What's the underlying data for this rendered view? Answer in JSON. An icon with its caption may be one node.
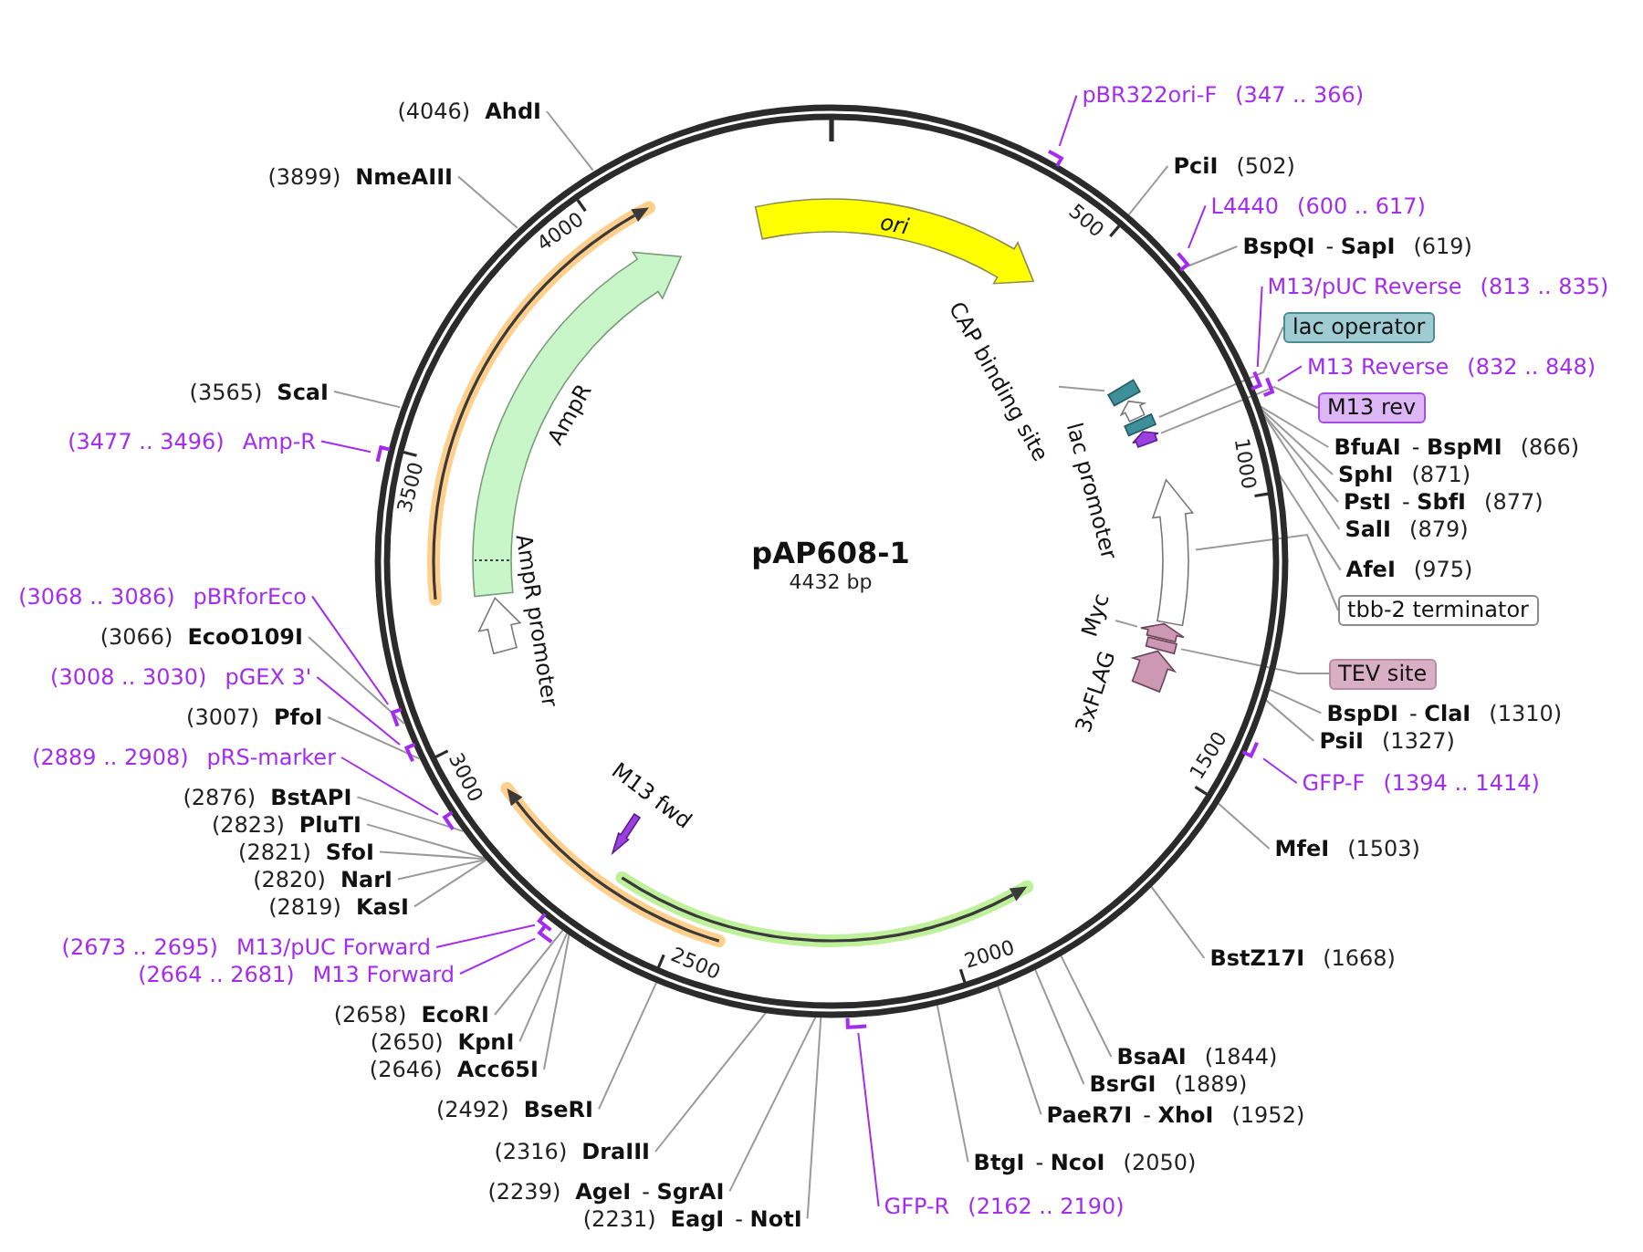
{
  "diagram": {
    "nodes": [
      {
        "text": [
          "pAP608-1",
          "4432 bp"
        ]
      },
      {
        "text": [
          "ori"
        ],
        "in": 0
      },
      {
        "text": [
          "CAP binding site"
        ],
        "in": 0
      },
      {
        "text": [],
        "shape": "box",
        "in": 0
      },
      {
        "text": [],
        "shape": "arrow",
        "beside": [
          "lac promoter"
        ],
        "in": 0
      },
      {
        "text": [],
        "shape": "box",
        "in": 0
      },
      {
        "text": [],
        "shape": "arrow",
        "in": 0
      },
      {
        "text": [],
        "shape": "arrow",
        "in": 0
      },
      {
        "text": [
          "Myc"
        ],
        "in": 0
      },
      {
        "text": [],
        "shape": "arrow",
        "in": 0
      },
      {
        "text": [],
        "shape": "box",
        "in": 0
      },
      {
        "text": [],
        "shape": "arrow",
        "beside": [
          "3xFLAG"
        ],
        "in": 0
      },
      {
        "text": [],
        "shape": "arrow",
        "beside": [
          "M13 fwd"
        ],
        "in": 0
      },
      {
        "text": [],
        "shape": "arrow",
        "beside": [
          "AmpR promoter"
        ],
        "in": 0
      },
      {
        "text": [],
        "shape": "arrow",
        "beside": [
          "AmpR"
        ],
        "in": 0
      },
      {
        "text": [],
        "shape": "bar"
      },
      {
        "text": [
          "pBR322ori-F",
          "(347 .. 366)"
        ]
      },
      {
        "text": [
          "PciI",
          "(502)"
        ]
      },
      {
        "text": [],
        "shape": "bar"
      },
      {
        "text": [
          "L4440",
          "(600 .. 617)"
        ]
      },
      {
        "text": [
          "BspQI",
          "- **SapI**",
          "(619)"
        ]
      },
      {
        "text": [],
        "shape": "bar"
      },
      {
        "text": [
          "M13/pUC Reverse",
          "(813 .. 835)"
        ]
      },
      {
        "text": [
          "lac operator"
        ]
      },
      {
        "text": [],
        "shape": "bar"
      },
      {
        "text": [
          "M13 Reverse",
          "(832 .. 848)"
        ]
      },
      {
        "text": [
          "M13 rev"
        ]
      },
      {
        "text": [
          "BfuAI",
          "- **BspMI**",
          "(866)"
        ]
      },
      {
        "text": [
          "SphI",
          "(871)"
        ]
      },
      {
        "text": [
          "PstI",
          "- **SbfI**",
          "(877)"
        ]
      },
      {
        "text": [
          "SalI",
          "(879)"
        ]
      },
      {
        "text": [
          "AfeI",
          "(975)"
        ]
      },
      {
        "text": [
          "tbb-2 terminator"
        ]
      },
      {
        "text": [
          "TEV site"
        ]
      },
      {
        "text": [
          "BspDI",
          "- **ClaI**",
          "(1310)"
        ]
      },
      {
        "text": [
          "PsiI",
          "(1327)"
        ]
      },
      {
        "text": [],
        "shape": "bar"
      },
      {
        "text": [
          "GFP-F",
          "(1394 .. 1414)"
        ]
      },
      {
        "text": [
          "MfeI",
          "(1503)"
        ]
      },
      {
        "text": [
          "BstZ17I",
          "(1668)"
        ]
      },
      {
        "text": [
          "BsaAI",
          "(1844)"
        ]
      },
      {
        "text": [
          "BsrGI",
          "(1889)"
        ]
      },
      {
        "text": [
          "PaeR7I",
          "- **XhoI**",
          "(1952)"
        ]
      },
      {
        "text": [
          "BtgI",
          "- **NcoI**",
          "(2050)"
        ]
      },
      {
        "text": [],
        "shape": "bar"
      },
      {
        "text": [
          "GFP-R",
          "(2162 .. 2190)"
        ]
      },
      {
        "text": [
          "(2231)",
          "EagI",
          "- **NotI**"
        ]
      },
      {
        "text": [
          "(2239)",
          "AgeI",
          "- **SgrAI**"
        ]
      },
      {
        "text": [
          "(2316)",
          "DraIII"
        ]
      },
      {
        "text": [
          "(2492)",
          "BseRI"
        ]
      },
      {
        "text": [
          "(2646)",
          "Acc65I"
        ]
      },
      {
        "text": [
          "(2650)",
          "KpnI"
        ]
      },
      {
        "text": [
          "(2658)",
          "EcoRI"
        ]
      },
      {
        "text": [],
        "shape": "bar"
      },
      {
        "text": [
          "(2664 .. 2681)",
          "M13 Forward"
        ]
      },
      {
        "text": [],
        "shape": "bar"
      },
      {
        "text": [
          "(2673 .. 2695)",
          "M13/pUC Forward"
        ]
      },
      {
        "text": [
          "(2819)",
          "KasI"
        ]
      },
      {
        "text": [
          "(2820)",
          "NarI"
        ]
      },
      {
        "text": [
          "(2821)",
          "SfoI"
        ]
      },
      {
        "text": [
          "(2823)",
          "PluTI"
        ]
      },
      {
        "text": [
          "(2876)",
          "BstAPI"
        ]
      },
      {
        "text": [],
        "shape": "bar"
      },
      {
        "text": [
          "(2889 .. 2908)",
          "pRS-marker"
        ]
      },
      {
        "text": [
          "(3007)",
          "PfoI"
        ]
      },
      {
        "text": [],
        "shape": "bar"
      },
      {
        "text": [
          "(3008 .. 3030)",
          "pGEX 3'"
        ]
      },
      {
        "text": [
          "(3066)",
          "EcoO109I"
        ]
      },
      {
        "text": [],
        "shape": "bar"
      },
      {
        "text": [
          "(3068 .. 3086)",
          "pBRforEco"
        ]
      },
      {
        "text": [],
        "shape": "bar"
      },
      {
        "text": [
          "(3477 .. 3496)",
          "Amp-R"
        ]
      },
      {
        "text": [
          "(3565)",
          "ScaI"
        ]
      },
      {
        "text": [
          "(3899)",
          "NmeAIII"
        ]
      },
      {
        "text": [
          "(4046)",
          "AhdI"
        ]
      }
    ],
    "edges": [
      {
        "from": 2,
        "to": 3,
        "arrow": "none"
      },
      {
        "from": 8,
        "to": 9,
        "arrow": "none"
      },
      {
        "from": 16,
        "to": 15,
        "arrow": "none",
        "color": "#a32cf0"
      },
      {
        "from": 17,
        "to": 0,
        "arrow": "none"
      },
      {
        "from": 19,
        "to": 18,
        "arrow": "none",
        "color": "#a32cf0"
      },
      {
        "from": 20,
        "to": 0,
        "arrow": "none"
      },
      {
        "from": 22,
        "to": 21,
        "arrow": "none",
        "color": "#a32cf0"
      },
      {
        "from": 23,
        "to": 5,
        "arrow": "none"
      },
      {
        "from": 25,
        "to": 24,
        "arrow": "none",
        "color": "#a32cf0"
      },
      {
        "from": 26,
        "to": 6,
        "arrow": "none"
      },
      {
        "from": 27,
        "to": 0,
        "arrow": "none"
      },
      {
        "from": 28,
        "to": 0,
        "arrow": "none"
      },
      {
        "from": 29,
        "to": 0,
        "arrow": "none"
      },
      {
        "from": 30,
        "to": 0,
        "arrow": "none"
      },
      {
        "from": 31,
        "to": 0,
        "arrow": "none"
      },
      {
        "from": 32,
        "to": 7,
        "arrow": "none"
      },
      {
        "from": 33,
        "to": 10,
        "arrow": "none"
      },
      {
        "from": 34,
        "to": 0,
        "arrow": "none"
      },
      {
        "from": 35,
        "to": 0,
        "arrow": "none"
      },
      {
        "from": 37,
        "to": 36,
        "arrow": "none",
        "color": "#a32cf0"
      },
      {
        "from": 38,
        "to": 0,
        "arrow": "none"
      },
      {
        "from": 39,
        "to": 0,
        "arrow": "none"
      },
      {
        "from": 40,
        "to": 0,
        "arrow": "none"
      },
      {
        "from": 41,
        "to": 0,
        "arrow": "none"
      },
      {
        "from": 42,
        "to": 0,
        "arrow": "none"
      },
      {
        "from": 43,
        "to": 0,
        "arrow": "none"
      },
      {
        "from": 45,
        "to": 44,
        "arrow": "none",
        "color": "#a32cf0"
      },
      {
        "from": 46,
        "to": 0,
        "arrow": "none"
      },
      {
        "from": 47,
        "to": 0,
        "arrow": "none"
      },
      {
        "from": 48,
        "to": 0,
        "arrow": "none"
      },
      {
        "from": 49,
        "to": 0,
        "arrow": "none"
      },
      {
        "from": 50,
        "to": 0,
        "arrow": "none"
      },
      {
        "from": 51,
        "to": 0,
        "arrow": "none"
      },
      {
        "from": 52,
        "to": 0,
        "arrow": "none"
      },
      {
        "from": 54,
        "to": 53,
        "arrow": "none",
        "color": "#a32cf0"
      },
      {
        "from": 56,
        "to": 55,
        "arrow": "none",
        "color": "#a32cf0"
      },
      {
        "from": 57,
        "to": 0,
        "arrow": "none"
      },
      {
        "from": 58,
        "to": 0,
        "arrow": "none"
      },
      {
        "from": 59,
        "to": 0,
        "arrow": "none"
      },
      {
        "from": 60,
        "to": 0,
        "arrow": "none"
      },
      {
        "from": 61,
        "to": 0,
        "arrow": "none"
      },
      {
        "from": 63,
        "to": 62,
        "arrow": "none",
        "color": "#a32cf0"
      },
      {
        "from": 64,
        "to": 0,
        "arrow": "none"
      },
      {
        "from": 66,
        "to": 65,
        "arrow": "none",
        "color": "#a32cf0"
      },
      {
        "from": 67,
        "to": 0,
        "arrow": "none"
      },
      {
        "from": 69,
        "to": 68,
        "arrow": "none",
        "color": "#a32cf0"
      },
      {
        "from": 71,
        "to": 70,
        "arrow": "none",
        "color": "#a32cf0"
      },
      {
        "from": 72,
        "to": 0,
        "arrow": "none"
      },
      {
        "from": 73,
        "to": 0,
        "arrow": "none"
      },
      {
        "from": 74,
        "to": 0,
        "arrow": "none"
      }
    ],
    "labels": [
      "500",
      "1000",
      "1500",
      "2000",
      "2500",
      "3000",
      "3500",
      "4000"
    ]
  }
}
